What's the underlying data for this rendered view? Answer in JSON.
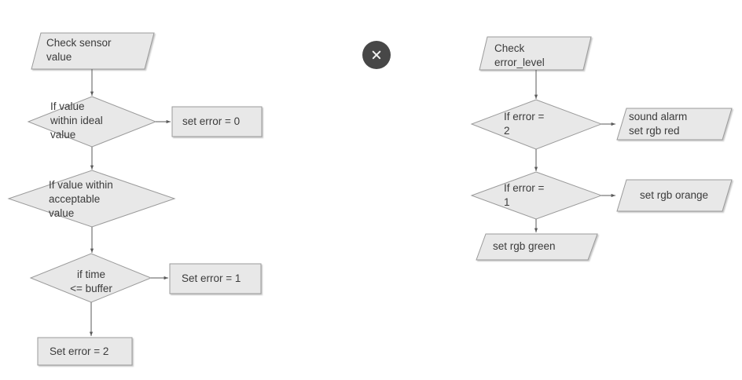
{
  "canvas": {
    "background": "#ffffff",
    "shape_fill": "#e8e8e8",
    "shape_stroke": "#9a9a9a",
    "connector_color": "#5a5a5a",
    "text_color": "#3b3b3b"
  },
  "close_button": {
    "label": "close-dialog",
    "glyph": "×",
    "background": "#474747",
    "glyph_color": "#f2f2f2"
  },
  "flow_left": {
    "title": "sensor-value-flow",
    "nodes": [
      {
        "id": "check-sensor-value",
        "shape": "parallelogram",
        "text": "Check sensor\nvalue",
        "align": "left"
      },
      {
        "id": "if-value-within-ideal-value",
        "shape": "diamond",
        "text": "If value\nwithin ideal\nvalue",
        "align": "left"
      },
      {
        "id": "set-error-0",
        "shape": "rectangle",
        "text": "set error = 0",
        "align": "left"
      },
      {
        "id": "if-value-within-acceptable-value",
        "shape": "diamond",
        "text": "If value within\nacceptable\nvalue",
        "align": "left"
      },
      {
        "id": "if-time-le-buffer",
        "shape": "diamond",
        "text": "if time\n<= buffer",
        "align": "center"
      },
      {
        "id": "set-error-1",
        "shape": "rectangle",
        "text": "Set error = 1",
        "align": "left"
      },
      {
        "id": "set-error-2",
        "shape": "rectangle",
        "text": "Set error = 2",
        "align": "left"
      }
    ]
  },
  "flow_right": {
    "title": "error-level-flow",
    "nodes": [
      {
        "id": "check-error-level",
        "shape": "parallelogram",
        "text": "Check\nerror_level",
        "align": "left"
      },
      {
        "id": "if-error-2",
        "shape": "diamond",
        "text": "If error =\n2",
        "align": "left"
      },
      {
        "id": "sound-alarm-set-rgb-red",
        "shape": "parallelogram",
        "text": "sound alarm\nset rgb red",
        "align": "left"
      },
      {
        "id": "if-error-1",
        "shape": "diamond",
        "text": "If error =\n1",
        "align": "left"
      },
      {
        "id": "set-rgb-orange",
        "shape": "parallelogram",
        "text": "set rgb orange",
        "align": "center"
      },
      {
        "id": "set-rgb-green",
        "shape": "parallelogram",
        "text": "set rgb green",
        "align": "left"
      }
    ]
  }
}
